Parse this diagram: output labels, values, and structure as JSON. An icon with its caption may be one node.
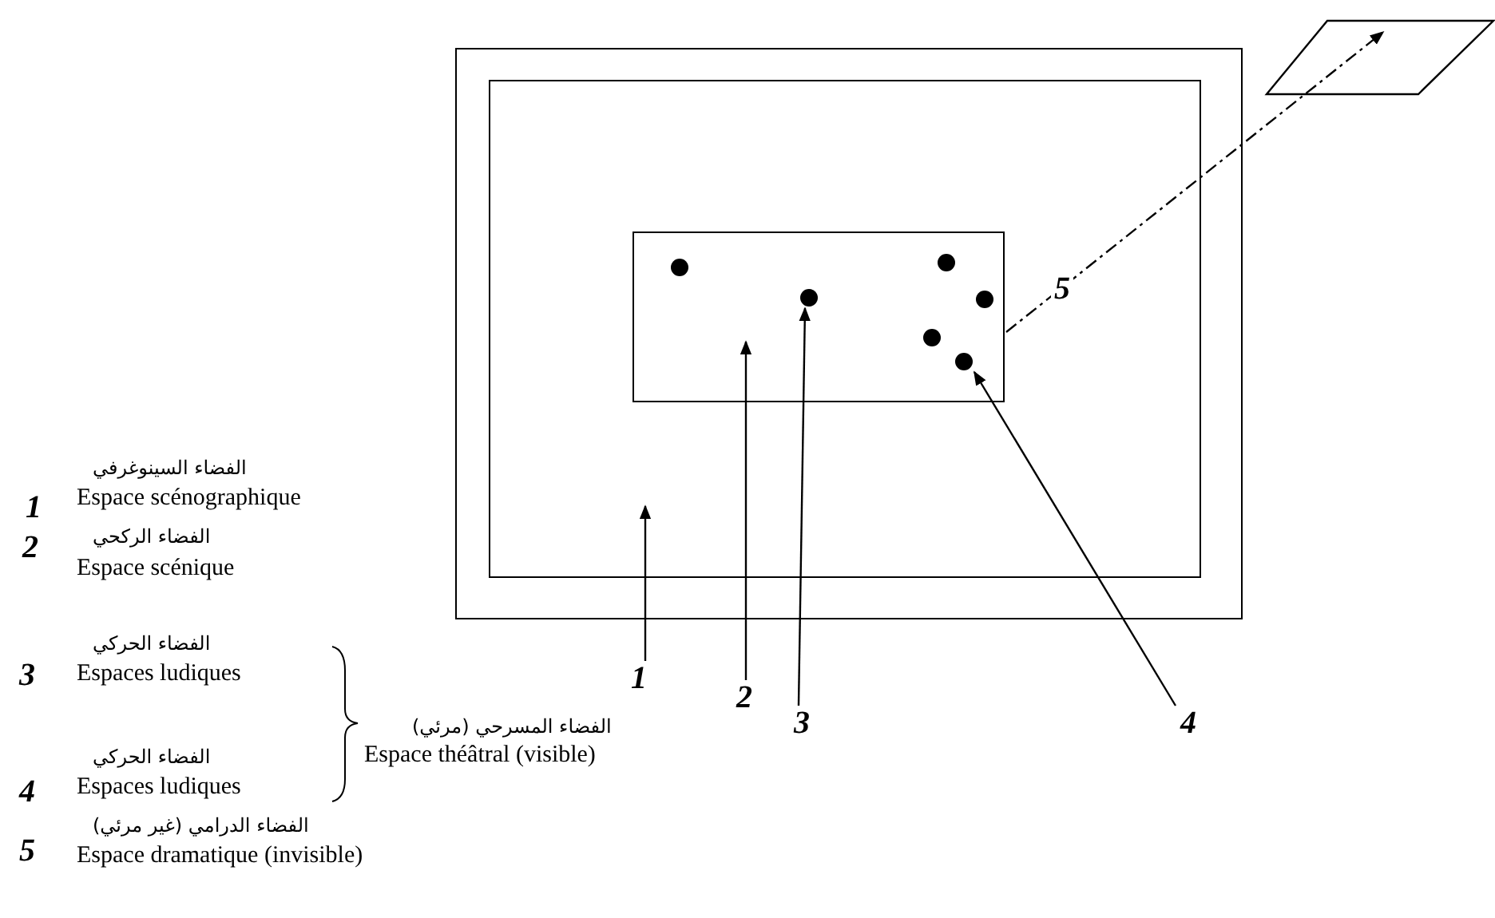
{
  "diagram": {
    "nodes": [
      {
        "text": [],
        "shape": "box"
      },
      {
        "text": [],
        "shape": "box",
        "in": 0
      },
      {
        "text": [],
        "shape": "box",
        "in": 1
      },
      {
        "text": [],
        "shape": "circle",
        "in": 2
      },
      {
        "text": [],
        "shape": "circle",
        "in": 2
      },
      {
        "text": [],
        "shape": "circle",
        "in": 2
      },
      {
        "text": [],
        "shape": "circle",
        "in": 2
      },
      {
        "text": [],
        "shape": "circle",
        "in": 2
      },
      {
        "text": [],
        "shape": "circle",
        "in": 2
      },
      {
        "text": [],
        "shape": "parallelogram"
      },
      {
        "text": [
          "1"
        ]
      },
      {
        "text": [
          "2"
        ]
      },
      {
        "text": [
          "3"
        ]
      },
      {
        "text": [
          "4"
        ]
      }
    ],
    "edges": [
      {
        "from": 10,
        "to": 1,
        "arrow": "to"
      },
      {
        "from": 11,
        "to": 2,
        "arrow": "to"
      },
      {
        "from": 12,
        "to": 4,
        "arrow": "to"
      },
      {
        "from": 13,
        "to": 8,
        "arrow": "to"
      },
      {
        "from": 2,
        "to": 9,
        "arrow": "to",
        "label": "5",
        "style": "dashed"
      }
    ],
    "labels": [
      "1",
      "الفضاء السينوغرفي",
      "Espace scénographique",
      "2",
      "الفضاء الركحي",
      "Espace scénique",
      "3",
      "الفضاء الحركي",
      "Espaces ludiques",
      "4",
      "الفضاء الحركي",
      "Espaces ludiques",
      "الفضاء المسرحي (مرئي)",
      "Espace théâtral (visible)",
      "5",
      "الفضاء الدرامي (غير مرئي)",
      "Espace dramatique (invisible)"
    ]
  }
}
